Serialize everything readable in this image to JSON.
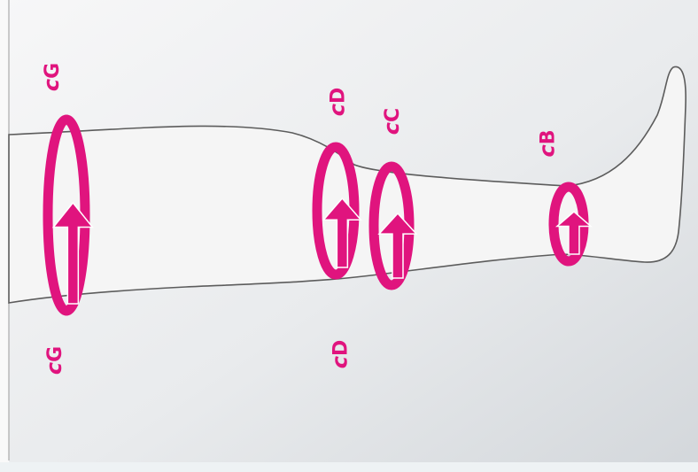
{
  "colors": {
    "marker": "#e0147e",
    "leg_fill": "#f5f5f5",
    "leg_outline": "#5c5c5c",
    "background_light": "#f2f3f4",
    "background_dark": "#d6d9dd"
  },
  "measurement_points": [
    {
      "id": "G",
      "prefix": "c",
      "letter": "G",
      "position": "thigh"
    },
    {
      "id": "D",
      "prefix": "c",
      "letter": "D",
      "position": "knee"
    },
    {
      "id": "C",
      "prefix": "c",
      "letter": "C",
      "position": "calf"
    },
    {
      "id": "B",
      "prefix": "c",
      "letter": "B",
      "position": "ankle"
    }
  ],
  "labels": {
    "g_top": {
      "prefix": "c",
      "letter": "G"
    },
    "g_bottom": {
      "prefix": "c",
      "letter": "G"
    },
    "d_top": {
      "prefix": "c",
      "letter": "D"
    },
    "d_bottom": {
      "prefix": "c",
      "letter": "D"
    },
    "c": {
      "prefix": "c",
      "letter": "C"
    },
    "b": {
      "prefix": "c",
      "letter": "B"
    }
  },
  "icons": [
    "circumference-arrow-icon"
  ]
}
